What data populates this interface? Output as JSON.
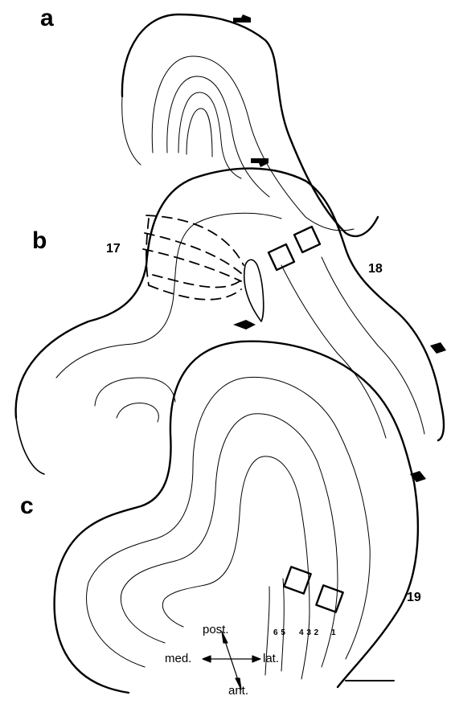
{
  "panel_labels": {
    "a": "a",
    "b": "b",
    "c": "c"
  },
  "area_labels": {
    "area17": "17",
    "area18": "18",
    "area19": "19"
  },
  "layer_labels": {
    "left": "6 5",
    "right": "4 3 2",
    "outer": "1"
  },
  "compass": {
    "up": "post.",
    "left": "med.",
    "right": "lat.",
    "down": "ant."
  },
  "colors": {
    "ink": "#000000",
    "background": "#ffffff"
  },
  "icons": [
    "arrowhead-icon",
    "sample-square",
    "scale-bar"
  ]
}
